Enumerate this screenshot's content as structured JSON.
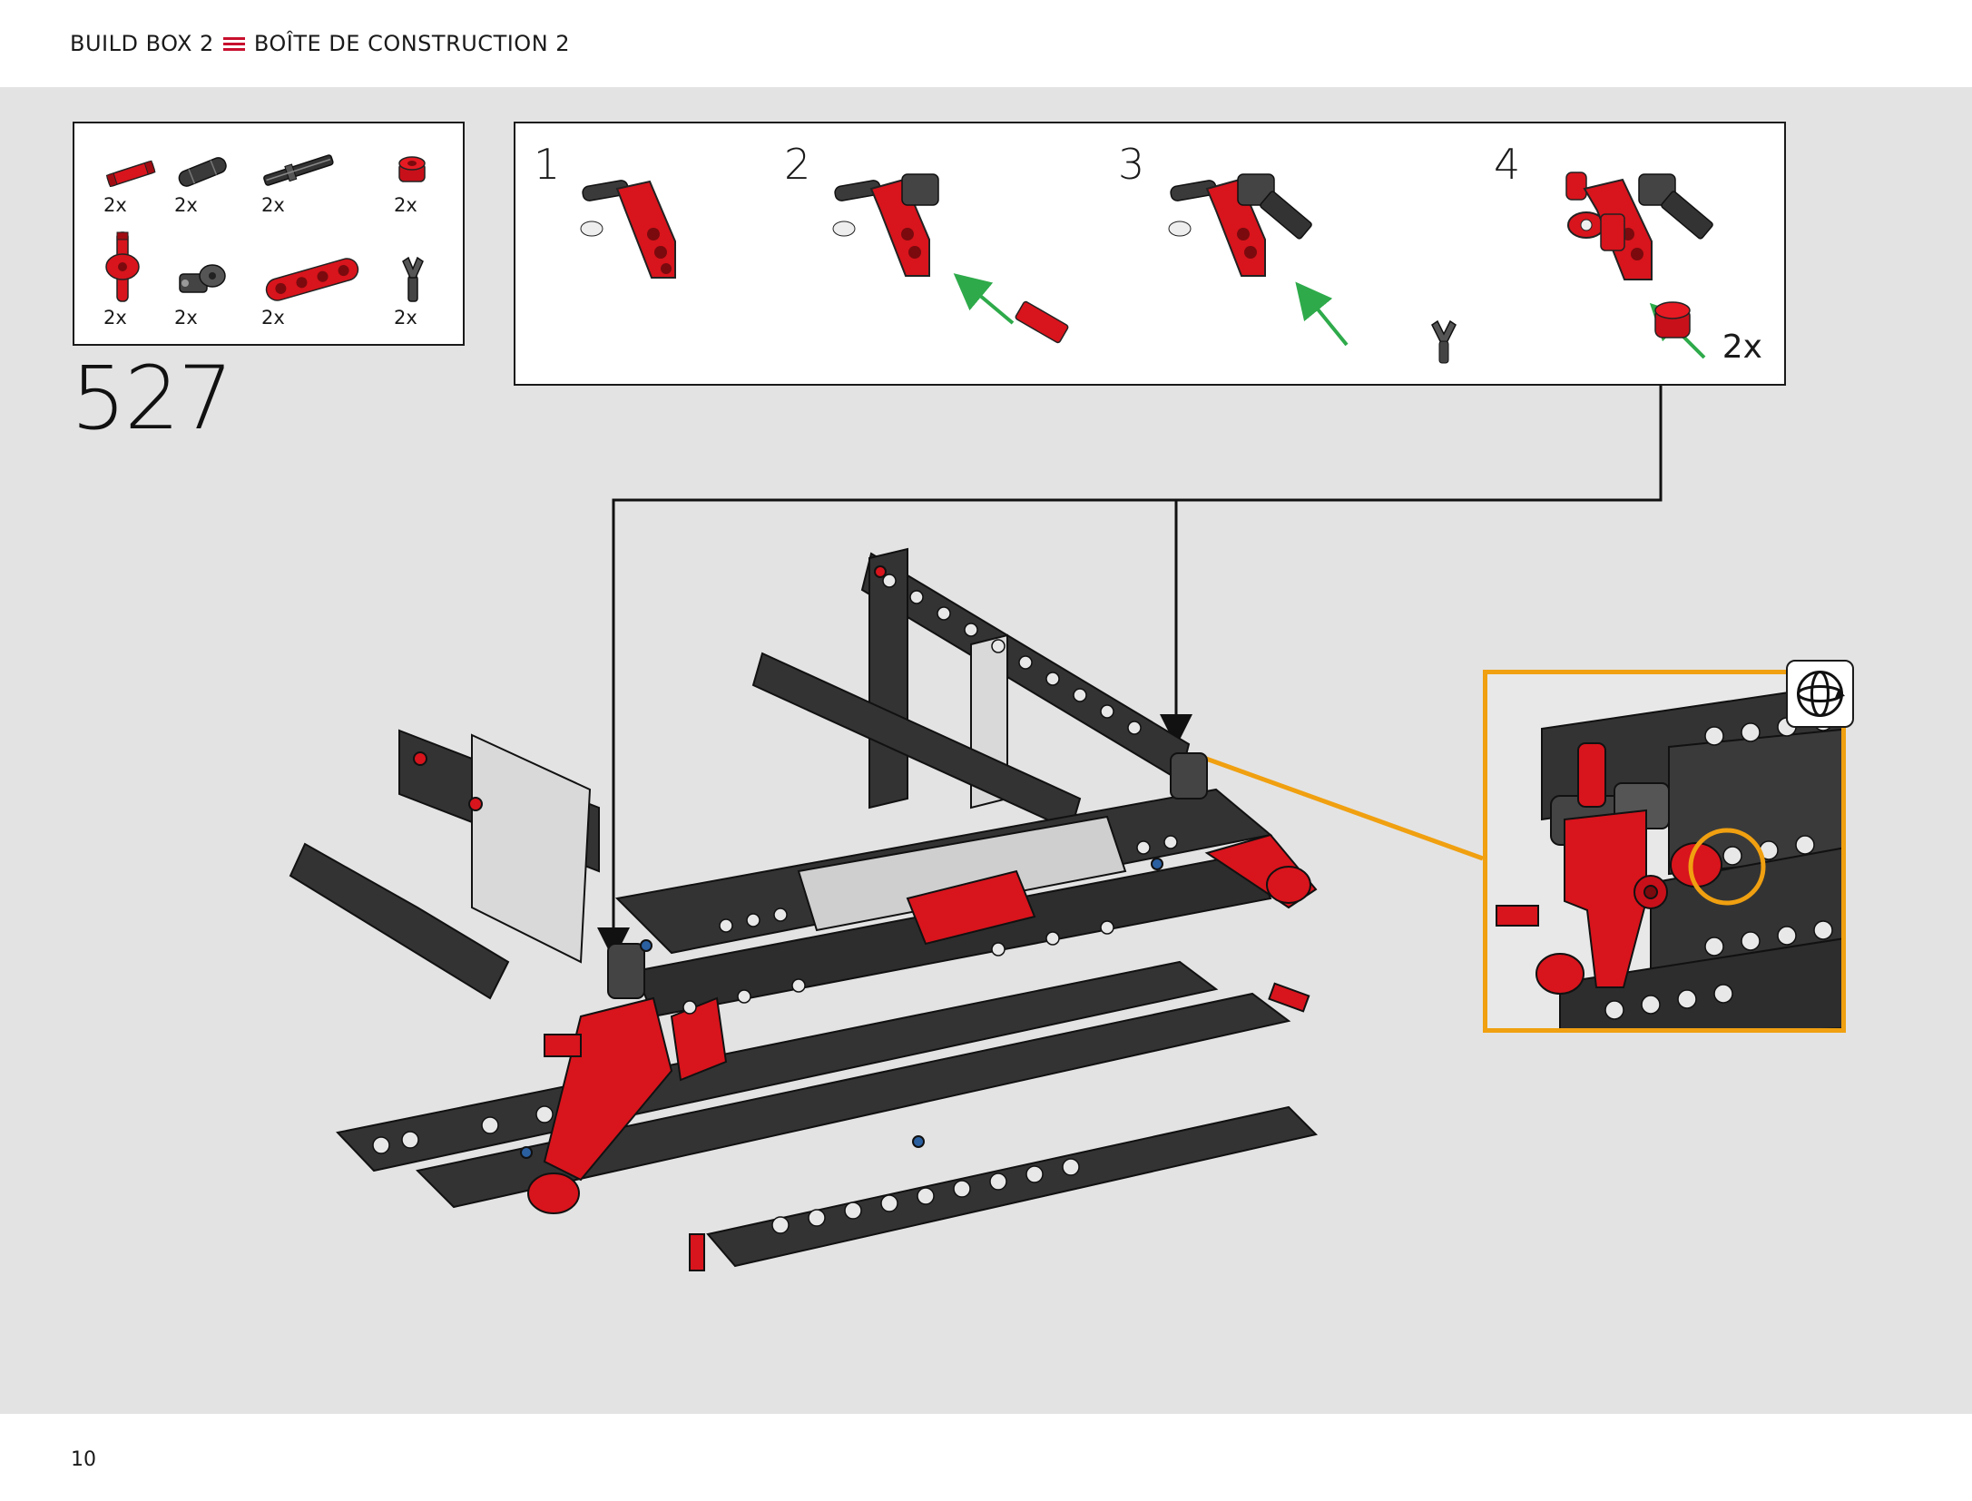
{
  "header": {
    "title_en": "BUILD BOX 2",
    "title_fr": "BOÎTE DE CONSTRUCTION 2"
  },
  "step": {
    "number": "527"
  },
  "parts_list": [
    {
      "icon": "red-axle-connector-icon",
      "qty": "2x"
    },
    {
      "icon": "black-pin-icon",
      "qty": "2x"
    },
    {
      "icon": "black-axle-icon",
      "qty": "2x"
    },
    {
      "icon": "red-bush-icon",
      "qty": "2x"
    },
    {
      "icon": "red-cross-connector-icon",
      "qty": "2x"
    },
    {
      "icon": "black-angle-connector-icon",
      "qty": "2x"
    },
    {
      "icon": "red-beam-icon",
      "qty": "2x"
    },
    {
      "icon": "black-hook-icon",
      "qty": "2x"
    }
  ],
  "sub_steps": [
    {
      "number": "1"
    },
    {
      "number": "2"
    },
    {
      "number": "3"
    },
    {
      "number": "4"
    }
  ],
  "sub_assembly": {
    "qty": "2x"
  },
  "colors": {
    "accent_red": "#c8102e",
    "callout_orange": "#f0a010",
    "arrow_green": "#2eaa4a",
    "brick_black": "#333333",
    "background_grey": "#e3e3e3"
  },
  "footer": {
    "page_number": "10"
  }
}
